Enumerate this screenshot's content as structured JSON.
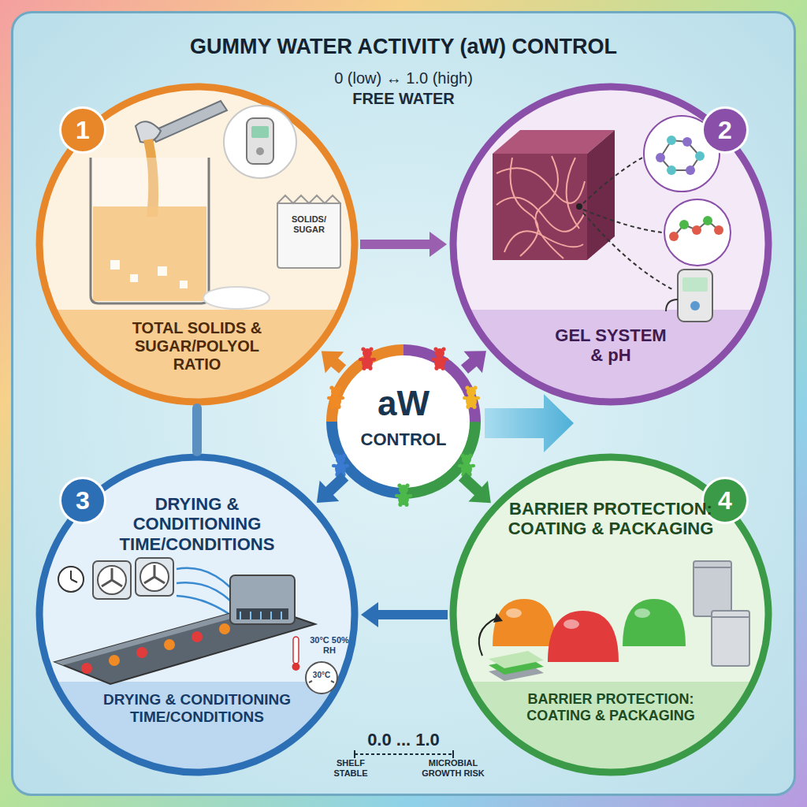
{
  "diagram": {
    "title": "GUMMY WATER ACTIVITY (aW) CONTROL",
    "nodes": [
      {
        "text": [
          "1",
          "TOTAL SOLIDS & SUGAR/POLYOL RATIO"
        ]
      },
      {
        "text": [
          "2",
          "GEL SYSTEM & pH"
        ]
      },
      {
        "text": [
          "aW",
          "CONTROL"
        ]
      },
      {
        "text": [
          "3",
          "DRYING & CONDITIONING TIME/CONDITIONS",
          "DRYING & CONDITIONING TIME/CONDITIONS"
        ]
      },
      {
        "text": [
          "4",
          "BARRIER PROTECTION: COATING & PACKAGING",
          "BARRIER PROTECTION: COATING & PACKAGING"
        ]
      }
    ],
    "edges": [
      {
        "from": 0,
        "to": 1,
        "arrow": "to"
      },
      {
        "from": 2,
        "to": 0,
        "arrow": "to"
      },
      {
        "from": 2,
        "to": 1,
        "arrow": "to"
      },
      {
        "from": 2,
        "to": 3,
        "arrow": "to"
      },
      {
        "from": 2,
        "to": 4,
        "arrow": "to"
      },
      {
        "from": 4,
        "to": 3,
        "arrow": "to"
      },
      {
        "from": 3,
        "to": 0,
        "arrow": "none"
      }
    ],
    "labels": [
      "0 (low) ↔ 1.0 (high)",
      "FREE WATER",
      "SOLIDS/ SUGAR",
      "30°C 50% RH",
      "30°C",
      "0.0 ... 1.0",
      "SHELF STABLE",
      "MICROBIAL GROWTH RISK"
    ]
  }
}
